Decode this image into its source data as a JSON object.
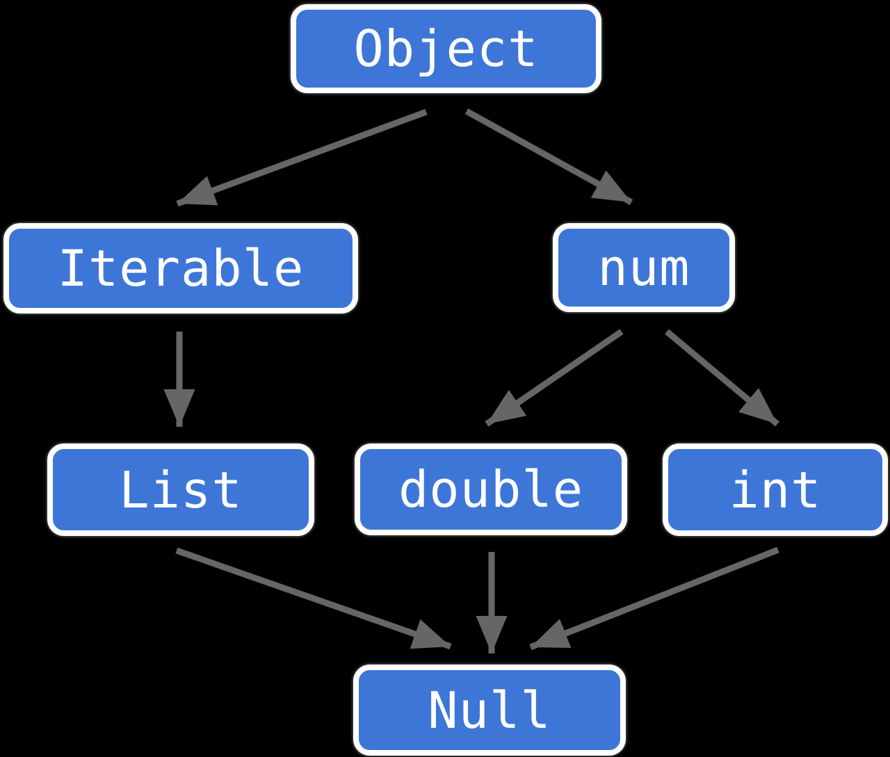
{
  "diagram": {
    "description": "Type hierarchy diagram",
    "colors": {
      "background": "#000000",
      "node_fill": "#3e76d8",
      "node_border": "#ffffff",
      "text": "#ffffff",
      "arrow": "#666666"
    },
    "nodes": {
      "object": {
        "label": "Object"
      },
      "iterable": {
        "label": "Iterable"
      },
      "num": {
        "label": "num"
      },
      "list": {
        "label": "List"
      },
      "double": {
        "label": "double"
      },
      "int": {
        "label": "int"
      },
      "null": {
        "label": "Null"
      }
    },
    "edges": [
      {
        "from": "Object",
        "to": "Iterable"
      },
      {
        "from": "Object",
        "to": "num"
      },
      {
        "from": "Iterable",
        "to": "List"
      },
      {
        "from": "num",
        "to": "double"
      },
      {
        "from": "num",
        "to": "int"
      },
      {
        "from": "List",
        "to": "Null"
      },
      {
        "from": "double",
        "to": "Null"
      },
      {
        "from": "int",
        "to": "Null"
      }
    ]
  }
}
